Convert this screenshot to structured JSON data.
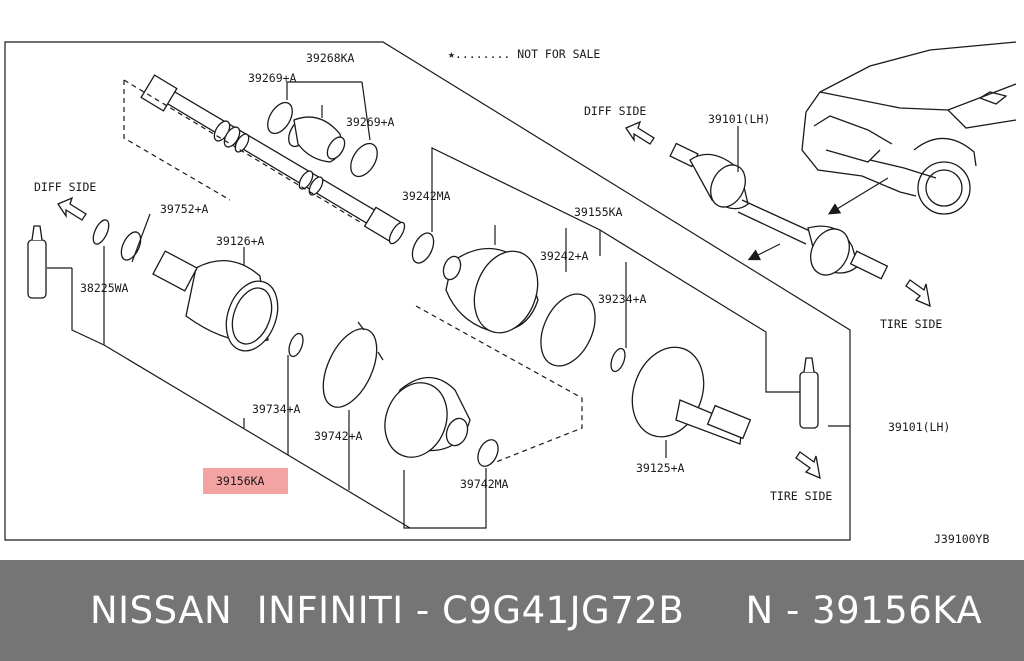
{
  "labels": {
    "not_for_sale": "★........ NOT FOR SALE",
    "p39268ka": "39268KA",
    "p39269a_1": "39269+A",
    "p39269a_2": "39269+A",
    "diff_side_left": "DIFF SIDE",
    "p39752a": "39752+A",
    "p39126a": "39126+A",
    "p38225wa": "38225WA",
    "p39242ma": "39242MA",
    "p39155ka": "39155KA",
    "p39242a": "39242+A",
    "p39234a": "39234+A",
    "p39734a": "39734+A",
    "p39742a": "39742+A",
    "p39156ka": "39156KA",
    "p39742ma": "39742MA",
    "p39125a": "39125+A",
    "tire_side_lower": "TIRE SIDE",
    "p39101lh_right": "39101(LH)",
    "diff_side_right": "DIFF SIDE",
    "p39101lh_top": "39101(LH)",
    "tire_side_upper": "TIRE SIDE",
    "diagram_code": "J39100YB"
  },
  "footer": {
    "text": "NISSAN  INFINITI - C9G41JG72B     N - 39156KA"
  },
  "colors": {
    "highlight": "#f4a3a3",
    "footer_bg": "#757575",
    "line": "#1a1a1a"
  }
}
